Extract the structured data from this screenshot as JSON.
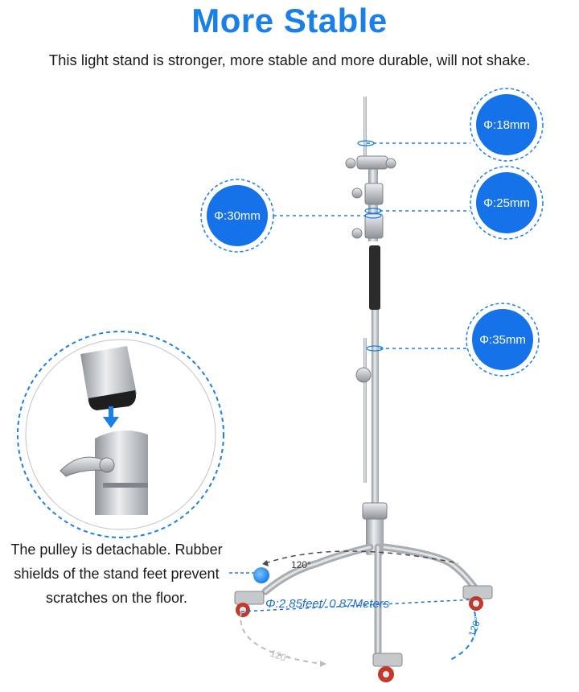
{
  "header": {
    "title": "More Stable",
    "subtitle": "This  light stand is stronger, more stable and more durable, will not shake."
  },
  "diameters": [
    {
      "id": "top_rod",
      "label": "Φ:18mm"
    },
    {
      "id": "upper_section",
      "label": "Φ:25mm"
    },
    {
      "id": "middle_section",
      "label": "Φ:30mm"
    },
    {
      "id": "base_tube",
      "label": "Φ:35mm"
    }
  ],
  "base": {
    "span_label": "Φ:2.85feet/ 0.87Meters",
    "angle_labels": [
      "120°",
      "120°",
      "120°"
    ]
  },
  "note": {
    "text": "The pulley is detachable. Rubber shields of the stand feet prevent scratches on the floor."
  },
  "colors": {
    "accent": "#1a7fe6",
    "badge": "#1572e8",
    "steel": "#b8bcc0",
    "wheel": "#c0392b"
  }
}
